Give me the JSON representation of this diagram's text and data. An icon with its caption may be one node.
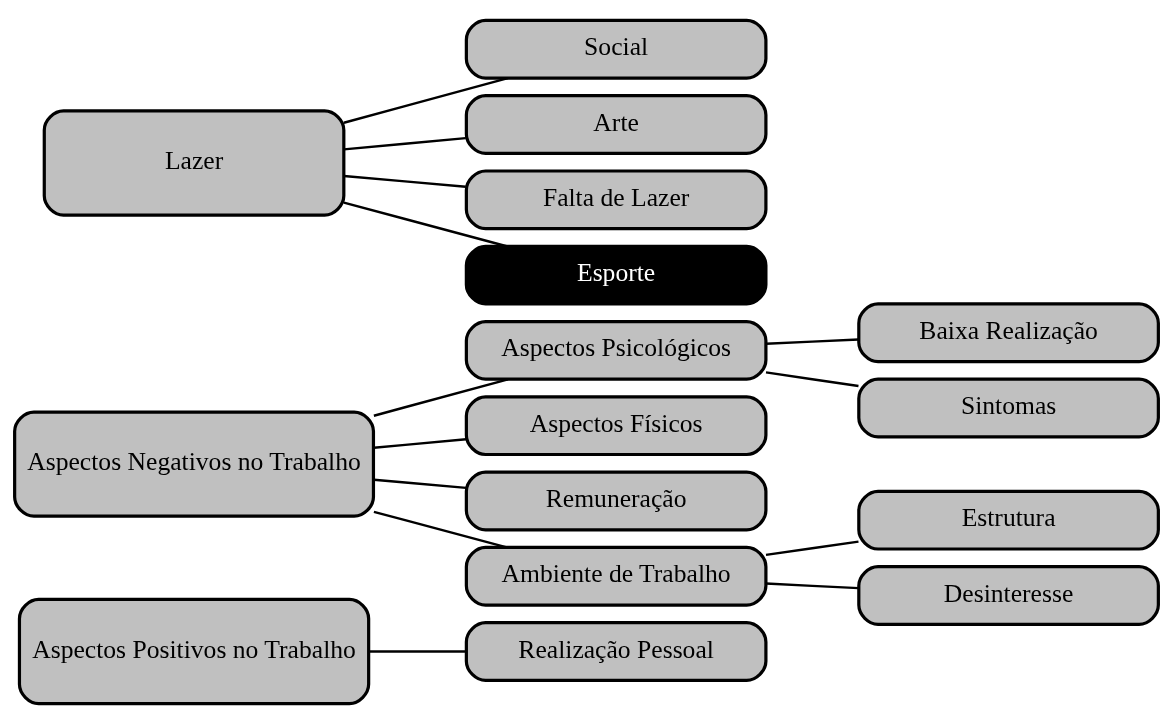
{
  "diagram": {
    "nodes": [
      {
        "text": [
          "Aspectos Positivos no Trabalho"
        ]
      },
      {
        "text": [
          "Realização Pessoal"
        ]
      },
      {
        "text": [
          "Aspectos Negativos no Trabalho"
        ]
      },
      {
        "text": [
          "Aspectos Psicológicos"
        ]
      },
      {
        "text": [
          "Baixa Realização"
        ]
      },
      {
        "text": [
          "Sintomas"
        ]
      },
      {
        "text": [
          "Aspectos Físicos"
        ]
      },
      {
        "text": [
          "Remuneração"
        ]
      },
      {
        "text": [
          "Ambiente de Trabalho"
        ]
      },
      {
        "text": [
          "Estrutura"
        ]
      },
      {
        "text": [
          "Desinteresse"
        ]
      },
      {
        "text": [
          "Lazer"
        ]
      },
      {
        "text": [
          "Social"
        ]
      },
      {
        "text": [
          "Arte"
        ]
      },
      {
        "text": [
          "Falta de Lazer"
        ]
      },
      {
        "text": [
          "Esporte"
        ]
      }
    ],
    "edges": [
      {
        "from": 0,
        "to": 1,
        "arrow": "none"
      },
      {
        "from": 2,
        "to": 3,
        "arrow": "none"
      },
      {
        "from": 3,
        "to": 4,
        "arrow": "none"
      },
      {
        "from": 3,
        "to": 5,
        "arrow": "none"
      },
      {
        "from": 2,
        "to": 6,
        "arrow": "none"
      },
      {
        "from": 2,
        "to": 7,
        "arrow": "none"
      },
      {
        "from": 2,
        "to": 8,
        "arrow": "none"
      },
      {
        "from": 8,
        "to": 9,
        "arrow": "none"
      },
      {
        "from": 8,
        "to": 10,
        "arrow": "none"
      },
      {
        "from": 11,
        "to": 12,
        "arrow": "none"
      },
      {
        "from": 11,
        "to": 13,
        "arrow": "none"
      },
      {
        "from": 11,
        "to": 14,
        "arrow": "none"
      },
      {
        "from": 11,
        "to": 15,
        "arrow": "none"
      }
    ]
  }
}
